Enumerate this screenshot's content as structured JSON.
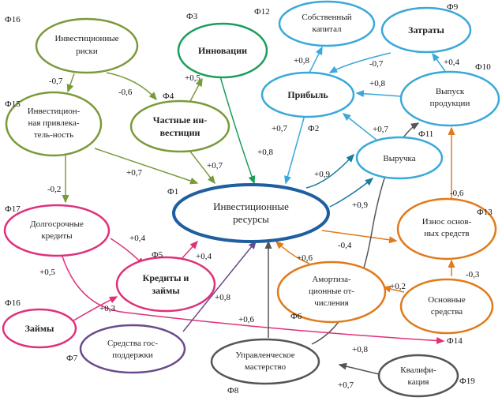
{
  "colors": {
    "olive": "#7a9a3a",
    "green": "#1a9e5a",
    "cyan": "#3aa8d8",
    "pink": "#e0307a",
    "navy": "#1f5fa0",
    "orange": "#e07a1a",
    "purple": "#6a4a8a",
    "gray": "#555555",
    "darkcyan": "#1a7aa0"
  },
  "nodes": {
    "f16_risks": {
      "label": [
        "Инвестиционные",
        "риски"
      ],
      "code": "Ф16"
    },
    "f15_attract": {
      "label": [
        "Инвестицион-",
        "ная привлека-",
        "тель-ность"
      ],
      "code": "Ф15"
    },
    "f3_innov": {
      "label": [
        "Инновации"
      ],
      "code": "Ф3"
    },
    "f4_private": {
      "label": [
        "Частные ин-",
        "вестиции"
      ],
      "code": "Ф4"
    },
    "f12_equity": {
      "label": [
        "Собственный",
        "капитал"
      ],
      "code": "Ф12"
    },
    "f9_costs": {
      "label": [
        "Затраты"
      ],
      "code": "Ф9"
    },
    "f2_profit": {
      "label": [
        "Прибыль"
      ],
      "code": "Ф2"
    },
    "f10_output": {
      "label": [
        "Выпуск",
        "продукции"
      ],
      "code": "Ф10"
    },
    "f11_revenue": {
      "label": [
        "Выручка"
      ],
      "code": "Ф11"
    },
    "f1_resources": {
      "label": [
        "Инвестиционные",
        "ресурсы"
      ],
      "code": "Ф1"
    },
    "f17_longterm": {
      "label": [
        "Долгосрочные",
        "кредиты"
      ],
      "code": "Ф17"
    },
    "f5_credits": {
      "label": [
        "Кредиты и",
        "займы"
      ],
      "code": "Ф5"
    },
    "f13_wear": {
      "label": [
        "Износ основ-",
        "ных средств"
      ],
      "code": "Ф13"
    },
    "f6_amort": {
      "label": [
        "Амортиза-",
        "ционные от-",
        "числения"
      ],
      "code": "Ф6"
    },
    "f14_fixed": {
      "label": [
        "Основные",
        "средства"
      ],
      "code": "Ф14"
    },
    "f16_loans": {
      "label": [
        "Займы"
      ],
      "code": "Ф16"
    },
    "f7_gov": {
      "label": [
        "Средства гос-",
        "поддержки"
      ],
      "code": "Ф7"
    },
    "f8_mgmt": {
      "label": [
        "Управленческое",
        "мастерство"
      ],
      "code": "Ф8"
    },
    "f19_qual": {
      "label": [
        "Квалифи-",
        "кация"
      ],
      "code": "Ф19"
    }
  },
  "weights": {
    "risks_attract": "-0,7",
    "risks_private": "-0,6",
    "private_innov": "+0,5",
    "innov_res": "+0,8",
    "private_res": "+0,7",
    "attract_res": "+0,7",
    "attract_long": "-0,2",
    "profit_equity": "+0,8",
    "costs_profit": "-0,7",
    "output_costs": "+0,4",
    "output_profit": "+0,8",
    "profit_res": "+0,7",
    "revenue_profit": "+0,7",
    "res_revenue_a": "+0,9",
    "res_revenue_b": "+0,9",
    "res_wear": "-0,4",
    "wear_output": "-0,6",
    "long_credits": "+0,4",
    "credits_res": "+0,4",
    "long_fixed": "+0,5",
    "loans_credits": "+0,3",
    "amort_res": "+0,6",
    "fixed_amort": "+0,2",
    "fixed_wear": "-0,3",
    "gov_res": "+0,8",
    "mgmt_res": "+0,6",
    "mgmt_output": "+0,8",
    "qual_mgmt": "+0,7"
  }
}
